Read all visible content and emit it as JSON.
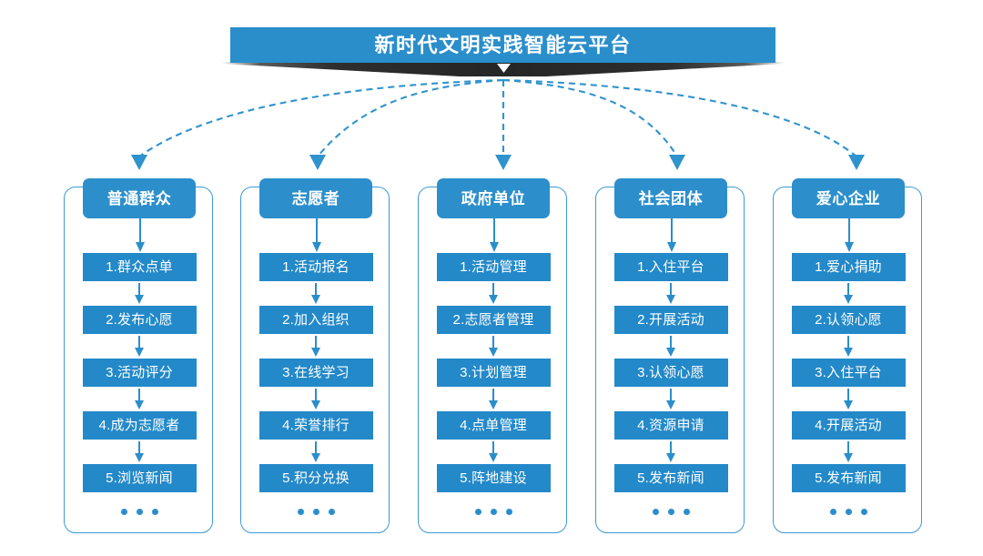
{
  "title": {
    "text": "新时代文明实践智能云平台"
  },
  "colors": {
    "title_blue": "#2a8ecb",
    "header_blue": "#2c8fcc",
    "step_blue": "#2389c9",
    "frame_border": "#3d9ad4",
    "arrow_blue": "#2b8ecb",
    "shadow_dark": "#2e2e2e",
    "page_background": "#ffffff",
    "text_white": "#ffffff"
  },
  "ellipsis_label": "...",
  "columns": [
    {
      "header": "普通群众",
      "steps": [
        "1.群众点单",
        "2.发布心愿",
        "3.活动评分",
        "4.成为志愿者",
        "5.浏览新闻"
      ]
    },
    {
      "header": "志愿者",
      "steps": [
        "1.活动报名",
        "2.加入组织",
        "3.在线学习",
        "4.荣誉排行",
        "5.积分兑换"
      ]
    },
    {
      "header": "政府单位",
      "steps": [
        "1.活动管理",
        "2.志愿者管理",
        "3.计划管理",
        "4.点单管理",
        "5.阵地建设"
      ]
    },
    {
      "header": "社会团体",
      "steps": [
        "1.入住平台",
        "2.开展活动",
        "3.认领心愿",
        "4.资源申请",
        "5.发布新闻"
      ]
    },
    {
      "header": "爱心企业",
      "steps": [
        "1.爱心捐助",
        "2.认领心愿",
        "3.入住平台",
        "4.开展活动",
        "5.发布新闻"
      ]
    }
  ]
}
